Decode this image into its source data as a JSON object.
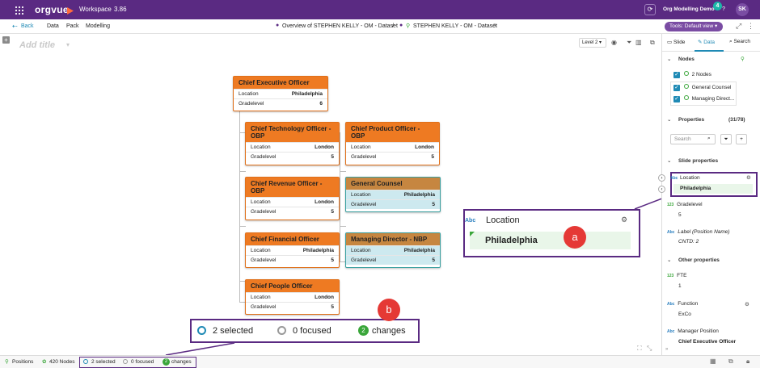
{
  "topbar": {
    "brand": "orgvue",
    "workspace_label": "Workspace",
    "version": "3.86",
    "dataset_name": "Org Modelling Demo",
    "notif_count": "4",
    "help": "?",
    "avatar": "SK"
  },
  "toolbar": {
    "back": "Back",
    "menu": [
      "Data",
      "Pack",
      "Modelling"
    ],
    "breadcrumb_1": "Overview of STEPHEN KELLY - OM - Dataset",
    "breadcrumb_sep": "/",
    "breadcrumb_2": "STEPHEN KELLY - OM - Dataset",
    "tools_label": "Tools: Default view"
  },
  "canvas": {
    "title_placeholder": "Add title",
    "level": "Level 2"
  },
  "cards": [
    {
      "title": "Chief Executive Officer",
      "location": "Philadelphia",
      "grade": "6"
    },
    {
      "title": "Chief Technology Officer - OBP",
      "location": "London",
      "grade": "5"
    },
    {
      "title": "Chief Product Officer - OBP",
      "location": "London",
      "grade": "5"
    },
    {
      "title": "Chief Revenue Officer - OBP",
      "location": "London",
      "grade": "5"
    },
    {
      "title": "General Counsel",
      "location": "Philadelphia",
      "grade": "5"
    },
    {
      "title": "Chief Financial Officer",
      "location": "Philadelphia",
      "grade": "5"
    },
    {
      "title": "Managing Director - NBP",
      "location": "Philadelphia",
      "grade": "5"
    },
    {
      "title": "Chief People Officer",
      "location": "London",
      "grade": "5"
    }
  ],
  "card_labels": {
    "location": "Location",
    "grade": "Gradelevel"
  },
  "callout_a": {
    "type": "Abc",
    "label": "Location",
    "value": "Philadelphia",
    "marker": "a"
  },
  "callout_b": {
    "selected": "2 selected",
    "focused": "0 focused",
    "changes_count": "2",
    "changes": "changes",
    "marker": "b"
  },
  "panel": {
    "tabs": [
      "Slide",
      "Data",
      "Search"
    ],
    "nodes_header": "Nodes",
    "nodes": [
      "2 Nodes",
      "General Counsel",
      "Managing Direct..."
    ],
    "properties_header": "Properties",
    "properties_count": "(31/78)",
    "search_placeholder": "Search",
    "slide_props_header": "Slide properties",
    "props": [
      {
        "type": "Abc",
        "label": "Location",
        "value": "Philadelphia"
      },
      {
        "type": "123",
        "label": "Gradelevel",
        "value": "5"
      },
      {
        "type": "Abc",
        "label": "Label (Position Name)",
        "value": "CNTD: 2"
      }
    ],
    "other_props_header": "Other properties",
    "other": [
      {
        "type": "123",
        "label": "FTE",
        "value": "1"
      },
      {
        "type": "Abc",
        "label": "Function",
        "value": "ExCo"
      },
      {
        "type": "Abc",
        "label": "Manager Position",
        "value": "Chief Executive Officer"
      }
    ]
  },
  "status": {
    "positions": "Positions",
    "nodes": "420 Nodes",
    "selected": "2 selected",
    "focused": "0 focused",
    "changes_count": "2",
    "changes": "changes"
  },
  "colors": {
    "brand": "#5a2a82",
    "card_orange": "#ee7a22",
    "card_teal_header": "#c68640",
    "card_teal_row": "#cde9ef",
    "callout_border": "#5a2a82",
    "marker_red": "#e53935",
    "green": "#3aa63a"
  }
}
